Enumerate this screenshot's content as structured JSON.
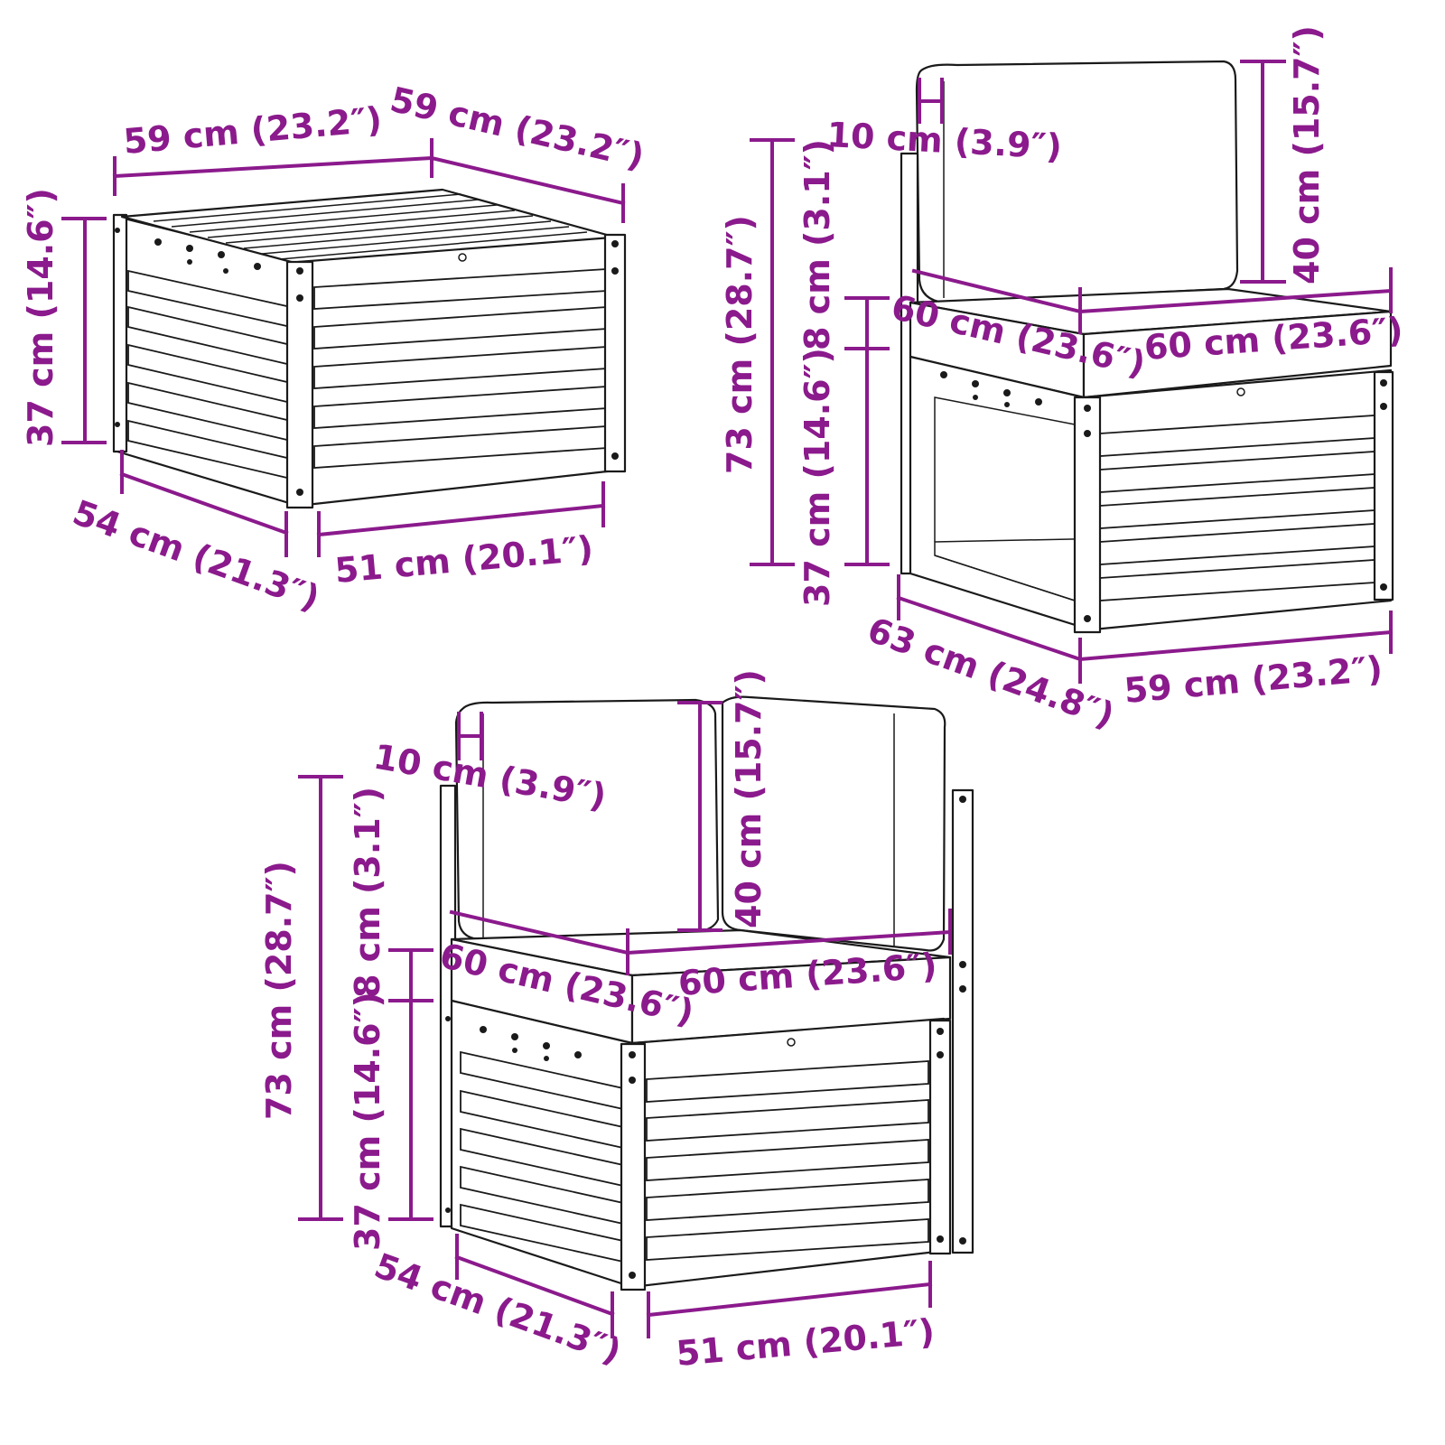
{
  "colors": {
    "dimension": "#8b1a8c",
    "outline": "#1a1a1a",
    "background": "#ffffff"
  },
  "ottoman": {
    "width_back": "59 cm (23.2″)",
    "width_side": "59 cm (23.2″)",
    "height": "37 cm (14.6″)",
    "depth_inner": "54 cm (21.3″)",
    "width_inner": "51 cm (20.1″)"
  },
  "middle_sofa": {
    "back_thickness": "10 cm (3.9″)",
    "back_height": "40 cm (15.7″)",
    "total_height": "73 cm (28.7″)",
    "cushion_height": "8 cm (3.1″)",
    "seat_height": "37 cm (14.6″)",
    "seat_depth": "60 cm (23.6″)",
    "seat_width": "60 cm (23.6″)",
    "base_depth": "63 cm (24.8″)",
    "base_width": "59 cm (23.2″)"
  },
  "corner_sofa": {
    "back_thickness": "10 cm (3.9″)",
    "back_height": "40 cm (15.7″)",
    "total_height": "73 cm (28.7″)",
    "cushion_height": "8 cm (3.1″)",
    "seat_height": "37 cm (14.6″)",
    "seat_depth": "60 cm (23.6″)",
    "seat_width": "60 cm (23.6″)",
    "base_depth": "54 cm (21.3″)",
    "base_width": "51 cm (20.1″)"
  }
}
